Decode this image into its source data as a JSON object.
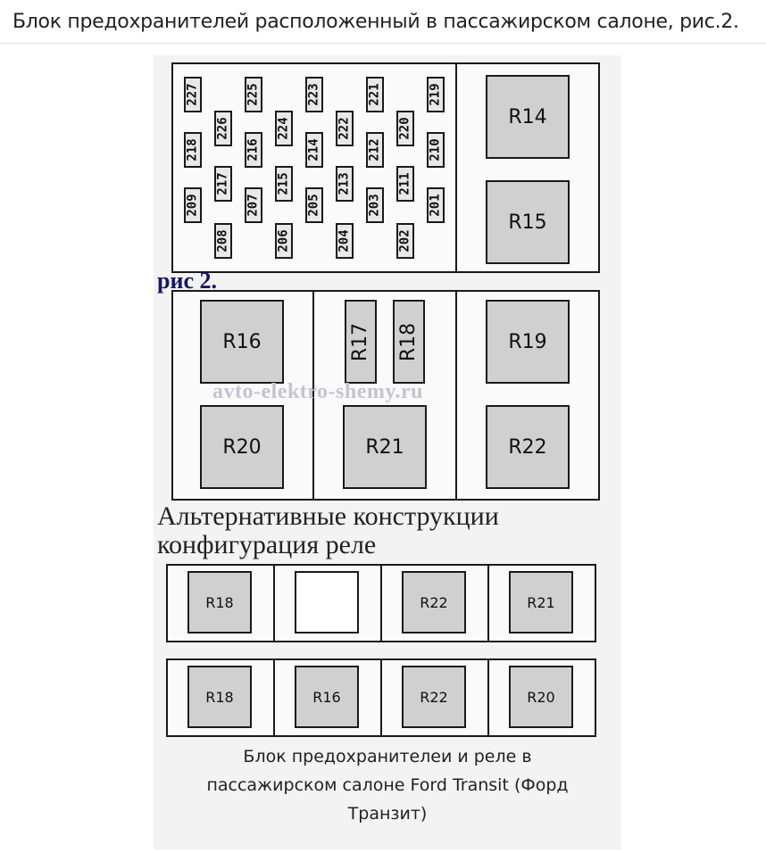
{
  "header": {
    "title": "Блок предохранителей расположенный в пассажирском салоне, рис.2."
  },
  "figure_label": "рис 2.",
  "watermark": "avto-elektro-shemy.ru",
  "fuses": {
    "col1": [
      "227",
      "218",
      "209",
      "208"
    ],
    "col2": [
      "226",
      "217"
    ],
    "col3": [
      "225",
      "216",
      "207",
      "206"
    ],
    "col4": [
      "224",
      "215"
    ],
    "col5": [
      "223",
      "214",
      "205",
      "204"
    ],
    "col6": [
      "222",
      "213"
    ],
    "col7": [
      "221",
      "212",
      "203",
      "202"
    ],
    "col8": [
      "220",
      "211"
    ],
    "col9": [
      "219",
      "210",
      "201"
    ]
  },
  "relays_top": {
    "r14": "R14",
    "r15": "R15"
  },
  "relays_main": {
    "r16": "R16",
    "r17": "R17",
    "r18": "R18",
    "r19": "R19",
    "r20": "R20",
    "r21": "R21",
    "r22": "R22"
  },
  "alternative": {
    "line1": "Альтернативные конструкции",
    "line2": "конфигурация реле",
    "row1": [
      "R18",
      "",
      "R22",
      "R21"
    ],
    "row2": [
      "R18",
      "R16",
      "R22",
      "R20"
    ]
  },
  "caption": {
    "line1": "Блок предохранителеи и реле в",
    "line2": "пассажирском салоне Ford Transit (Форд",
    "line3": "Транзит)"
  }
}
